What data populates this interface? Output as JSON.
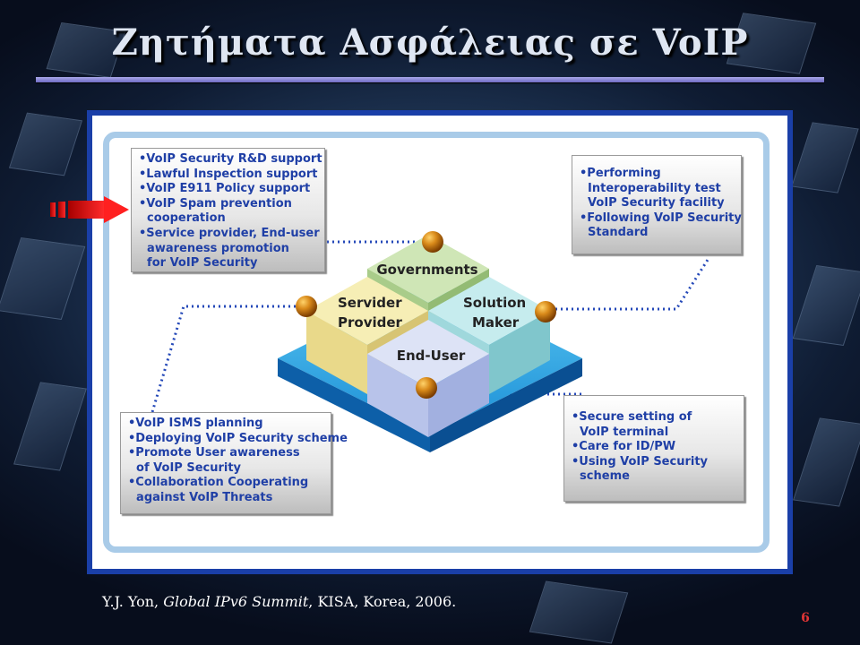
{
  "slide": {
    "title": "Ζητήματα Ασφάλειας σε VoIP",
    "page_number": "6"
  },
  "footer": {
    "authors": "Y.J. Yon, ",
    "venue": "Global IPv6 Summit",
    "rest": ", KISA, Korea, 2006."
  },
  "diagram": {
    "blocks": {
      "governments": "Governments",
      "service_provider_line1": "Servider",
      "service_provider_line2": "Provider",
      "solution_maker_line1": "Solution",
      "solution_maker_line2": "Maker",
      "end_user": "End-User"
    },
    "boxes": {
      "governments": [
        "•VoIP Security R&D support",
        "•Lawful Inspection support",
        "•VoIP E911 Policy support",
        "•VoIP Spam prevention",
        "  cooperation",
        "•Service provider, End-user",
        "  awareness promotion",
        "  for VoIP Security"
      ],
      "solution_maker": [
        "•Performing",
        "  Interoperability test",
        "  VoIP Security facility",
        "•Following VoIP Security",
        "  Standard"
      ],
      "service_provider": [
        "•VoIP ISMS planning",
        "•Deploying VoIP Security scheme",
        "•Promote User awareness",
        "  of VoIP Security",
        "•Collaboration Cooperating",
        "  against VoIP Threats"
      ],
      "end_user": [
        "•Secure setting of",
        "  VoIP terminal",
        "•Care for ID/PW",
        "•Using VoIP Security",
        "  scheme"
      ]
    },
    "colors": {
      "text_blue": "#1f3fa6",
      "frame_blue": "#1a3fa8",
      "dotted_blue": "#2448b8",
      "arrow_red": "#e01010",
      "page_number_red": "#e03535"
    }
  }
}
